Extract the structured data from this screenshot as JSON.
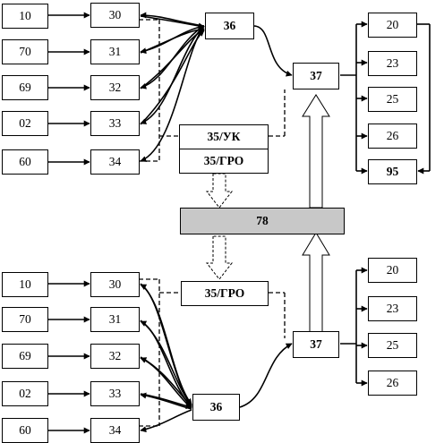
{
  "diagram": {
    "top": {
      "inputs": [
        "10",
        "70",
        "69",
        "02",
        "60"
      ],
      "mids": [
        "30",
        "31",
        "32",
        "33",
        "34"
      ],
      "hub": "36",
      "merge": "37",
      "uk": "35/УК",
      "gro": "35/ГРО",
      "outputs": [
        "20",
        "23",
        "25",
        "26",
        "95"
      ]
    },
    "center": "78",
    "bottom": {
      "inputs": [
        "10",
        "70",
        "69",
        "02",
        "60"
      ],
      "mids": [
        "30",
        "31",
        "32",
        "33",
        "34"
      ],
      "hub": "36",
      "merge": "37",
      "gro": "35/ГРО",
      "outputs": [
        "20",
        "23",
        "25",
        "26"
      ]
    }
  }
}
